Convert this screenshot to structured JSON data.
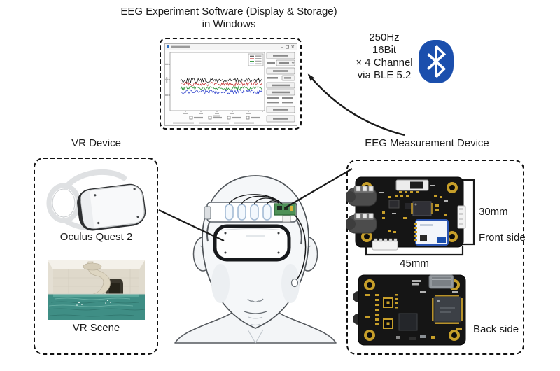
{
  "header": {
    "title_line1": "EEG Experiment Software (Display & Storage)",
    "title_line2": "in Windows"
  },
  "bluetooth": {
    "icon": "bluetooth-icon",
    "brand_color": "#1b4fad",
    "specs": [
      "250Hz",
      "16Bit",
      "× 4 Channel",
      "via BLE 5.2"
    ]
  },
  "software_window": {
    "channels": 4,
    "trace_colors": [
      "#141414",
      "#c02020",
      "#1d8a2a",
      "#2338c9"
    ]
  },
  "vr_panel": {
    "label": "VR Device",
    "headset_label": "Oculus Quest 2",
    "scene_label": "VR Scene"
  },
  "eeg_panel": {
    "label": "EEG Measurement Device",
    "board_width": "45mm",
    "board_height": "30mm",
    "front_side_label": "Front side",
    "back_side_label": "Back side"
  }
}
